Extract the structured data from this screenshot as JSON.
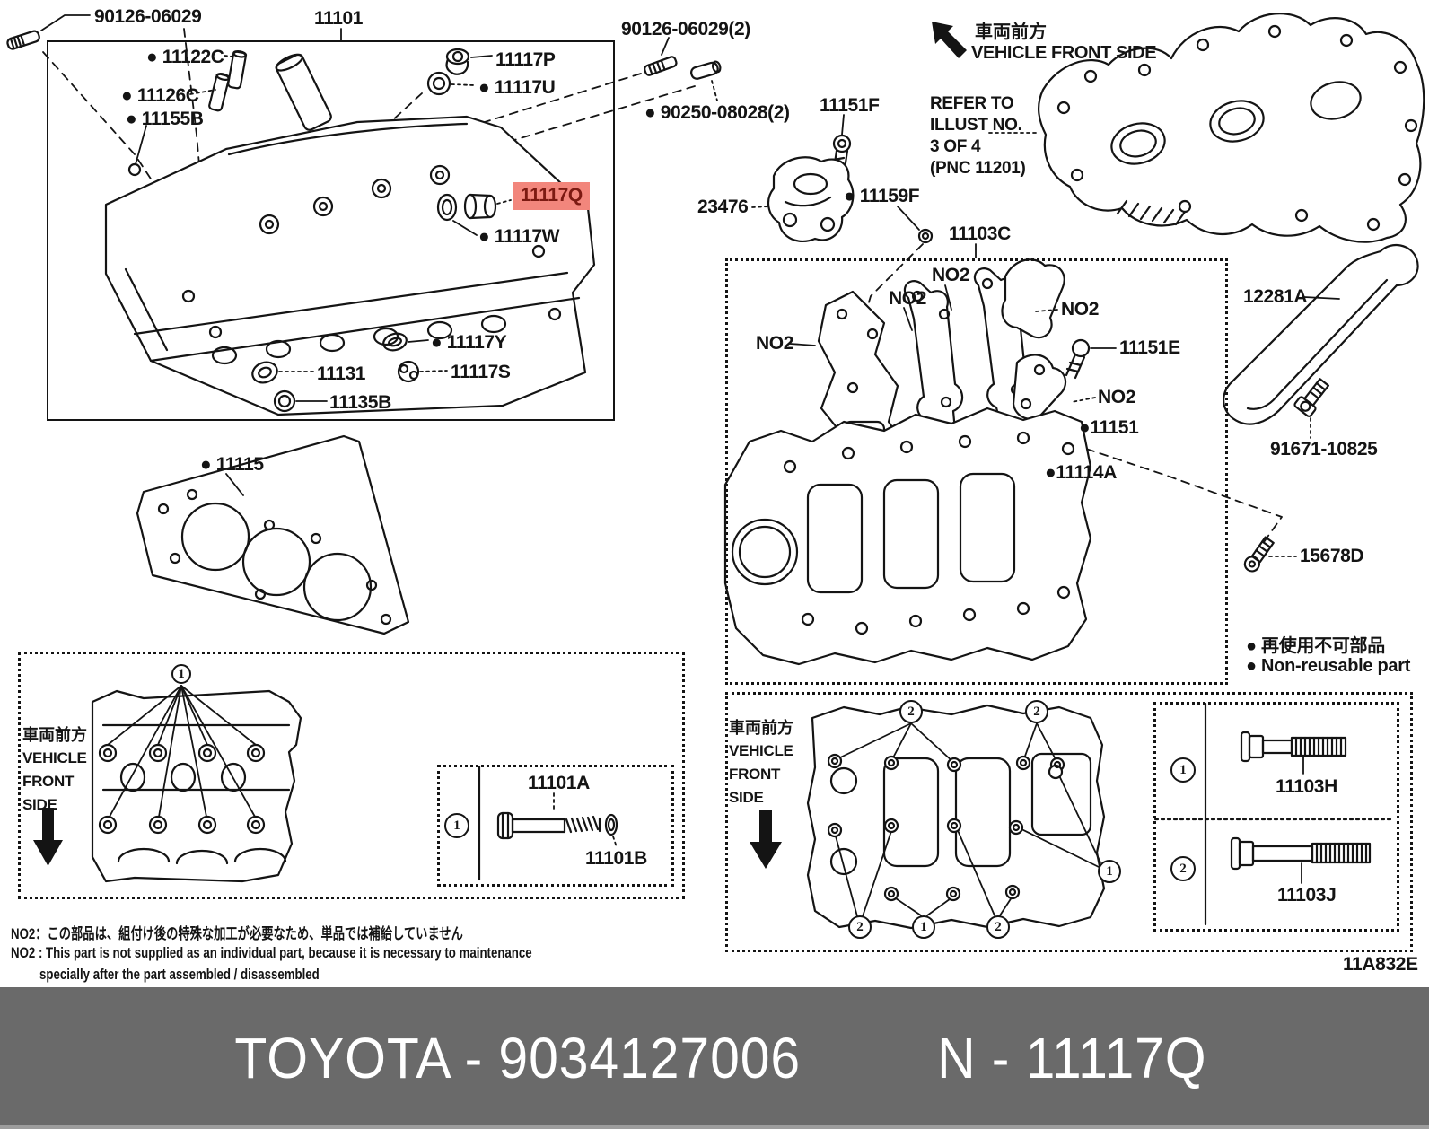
{
  "colors": {
    "highlight_bg": "#f2867c",
    "highlight_fg": "#7c1a12",
    "footer_bg": "#6a6a6a",
    "footer_fg": "#ffffff",
    "ink": "#141414"
  },
  "labels": {
    "l90126a": "90126-06029",
    "l11101": "11101",
    "l11122c": "● 11122C",
    "l11126c": "● 11126C",
    "l11155b": "● 11155B",
    "l11117p": "11117P",
    "l11117u": "● 11117U",
    "l90126b": "90126-06029(2)",
    "l90250": "● 90250-08028(2)",
    "l11117q": "11117Q",
    "l11117w": "● 11117W",
    "l11117y": "● 11117Y",
    "l11131": "11131",
    "l11117s": "11117S",
    "l11135b": "11135B",
    "l11115": "● 11115",
    "l11151f": "11151F",
    "l23476": "23476",
    "l11159f": "● 11159F",
    "l11103c": "11103C",
    "lno2": "NO2",
    "l11151e": "11151E",
    "l11151": "●11151",
    "l11114a": "●11114A",
    "l12281a": "12281A",
    "l91671": "91671-10825",
    "l15678d": "15678D",
    "l11101a": "11101A",
    "l11101b": "11101B",
    "l11103h": "11103H",
    "l11103j": "11103J",
    "l11a832e": "11A832E"
  },
  "vehicle_front": {
    "jp": "車両前方",
    "en": "VEHICLE FRONT SIDE",
    "l1": "VEHICLE",
    "l2": "FRONT",
    "l3": "SIDE"
  },
  "refer_note": {
    "l1": "REFER TO",
    "l2": "ILLUST NO.",
    "l3": "3 OF 4",
    "l4": "(PNC 11201)"
  },
  "legend": {
    "jp": "● 再使用不可部品",
    "en": "● Non-reusable part"
  },
  "no2_note": {
    "jp": "NO2：この部品は、組付け後の特殊な加工が必要なため、単品では補給していません",
    "en1": "NO2 : This part is not supplied as an individual part, because it is necessary to maintenance",
    "en2": "specially after the part assembled / disassembled"
  },
  "callouts": {
    "one": "1",
    "two": "2"
  },
  "footer": {
    "left": "TOYOTA - 9034127006",
    "right": "N - 11117Q"
  }
}
